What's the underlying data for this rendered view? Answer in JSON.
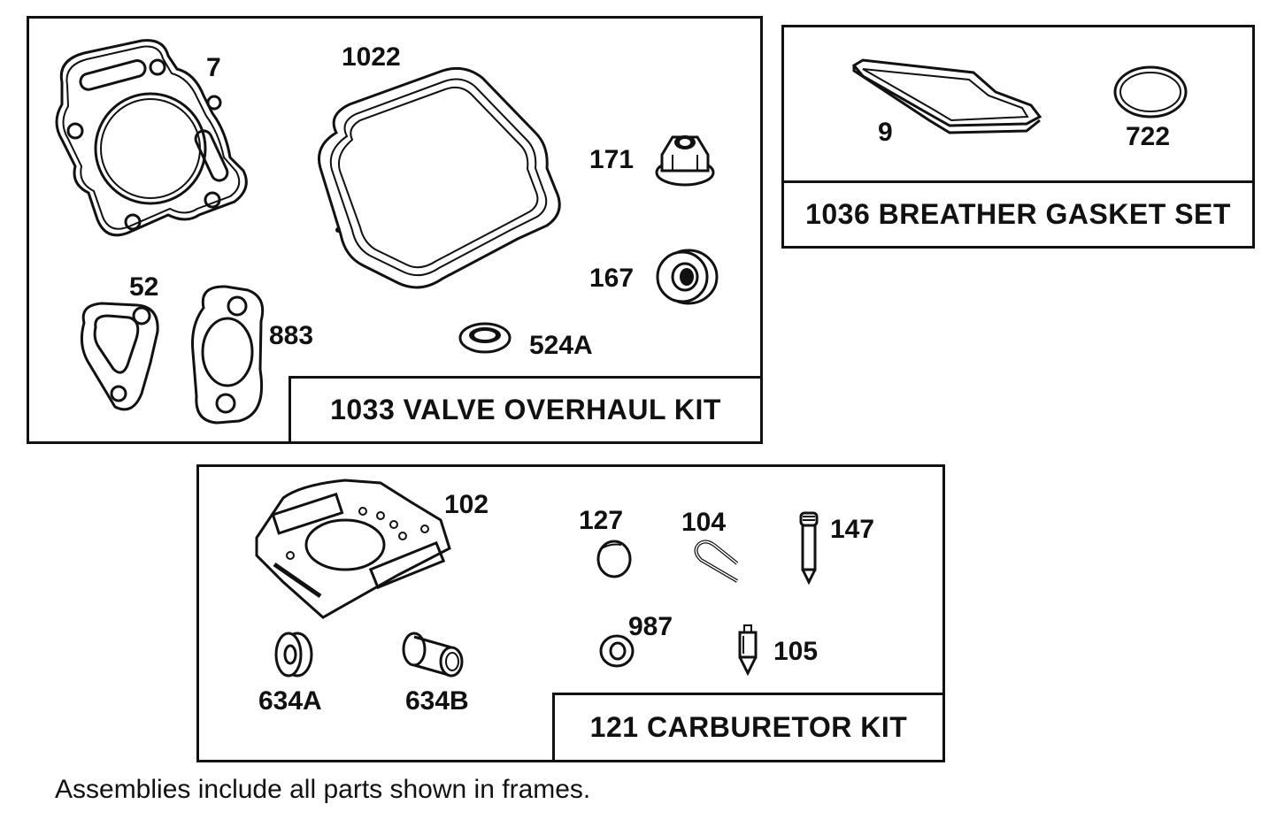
{
  "kits": {
    "valve": {
      "title": "1033 VALVE OVERHAUL KIT",
      "parts": {
        "p7": "7",
        "p1022": "1022",
        "p171": "171",
        "p167": "167",
        "p52": "52",
        "p883": "883",
        "p524a": "524A"
      }
    },
    "breather": {
      "title": "1036 BREATHER GASKET SET",
      "parts": {
        "p9": "9",
        "p722": "722"
      }
    },
    "carb": {
      "title": "121 CARBURETOR KIT",
      "parts": {
        "p102": "102",
        "p127": "127",
        "p104": "104",
        "p147": "147",
        "p987": "987",
        "p105": "105",
        "p634a": "634A",
        "p634b": "634B"
      }
    }
  },
  "footnote": "Assemblies include all parts shown in frames."
}
